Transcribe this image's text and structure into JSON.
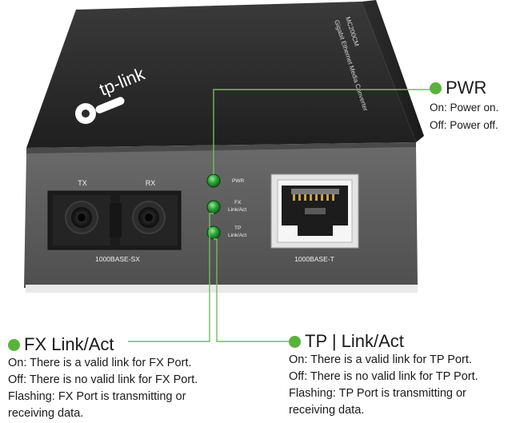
{
  "device": {
    "brand": "tp-link",
    "top_label_line1": "Gigabit Ethernet Media Converter",
    "top_label_line2": "MC200CM",
    "port_left_tx": "TX",
    "port_left_rx": "RX",
    "port_left_label": "1000BASE-SX",
    "port_right_label": "1000BASE-T",
    "led_pwr": "PWR",
    "led_fx_line1": "FX",
    "led_fx_line2": "Link/Act",
    "led_tp_line1": "TP",
    "led_tp_line2": "Link/Act"
  },
  "callouts": {
    "pwr": {
      "title": "PWR",
      "lines": [
        "On: Power on.",
        "Off: Power off."
      ]
    },
    "fx": {
      "title": "FX Link/Act",
      "lines": [
        "On: There is a valid link for FX Port.",
        "Off: There is no valid link for FX Port.",
        "Flashing: FX Port is transmitting or",
        "receiving data."
      ]
    },
    "tp": {
      "title": "TP | Link/Act",
      "lines": [
        "On: There is a valid link for TP Port.",
        "Off: There is no valid link for TP Port.",
        "Flashing: TP Port is transmitting or",
        "receiving data."
      ]
    }
  },
  "colors": {
    "led_green": "#2fa83a",
    "callout_dot": "#59b33a",
    "leader_line": "#6fbf5a",
    "device_front": "#5b5b5b",
    "device_top": "#2b2b2b"
  }
}
